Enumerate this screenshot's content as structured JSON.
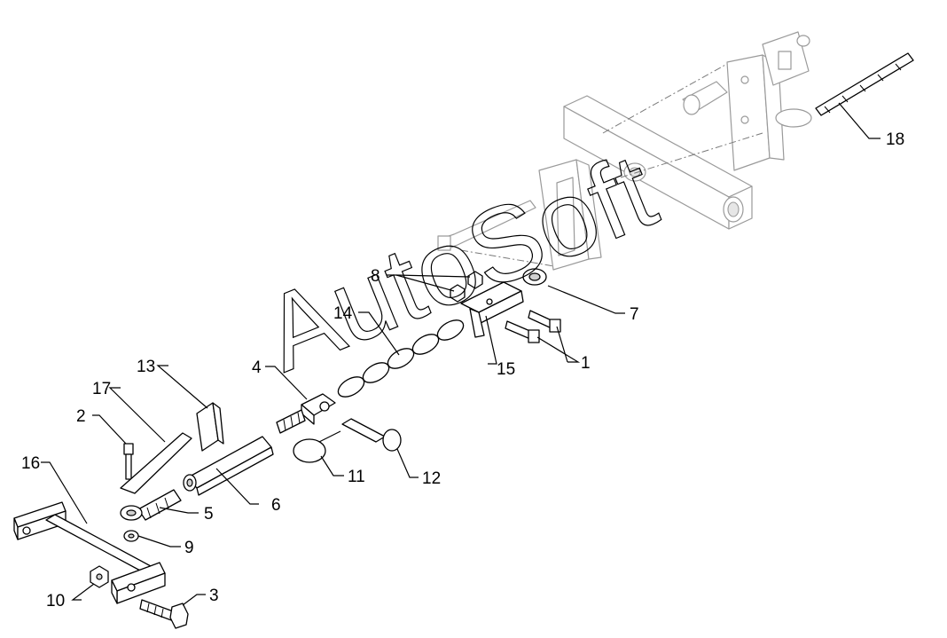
{
  "diagram": {
    "watermark": "AutoSoft",
    "callouts": [
      "1",
      "2",
      "3",
      "4",
      "5",
      "6",
      "7",
      "8",
      "9",
      "10",
      "11",
      "12",
      "13",
      "14",
      "15",
      "16",
      "17",
      "18"
    ]
  }
}
